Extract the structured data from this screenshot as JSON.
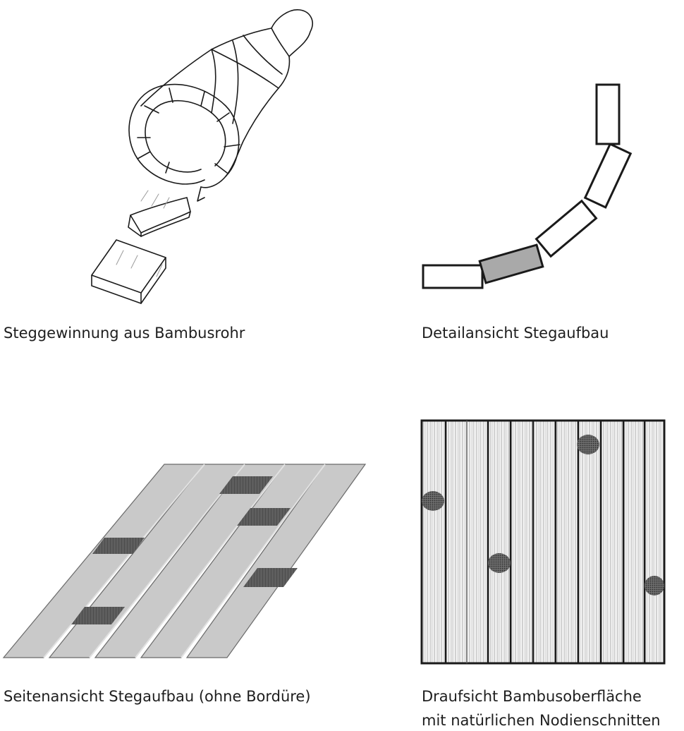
{
  "captions": {
    "top_left": "Steggewinnung aus Bambusrohr",
    "top_right": "Detailansicht Stegaufbau",
    "bottom_left": "Seitenansicht Stegaufbau (ohne Bordüre)",
    "bottom_right_line1": "Draufsicht Bambusoberfläche",
    "bottom_right_line2": "mit natürlichen Nodienschnitten"
  },
  "colors": {
    "stroke": "#1a1a1a",
    "highlight_segment": "#a9a9a9",
    "slat_fill": "#c9c9c9",
    "node_band": "#5e5e5e"
  }
}
